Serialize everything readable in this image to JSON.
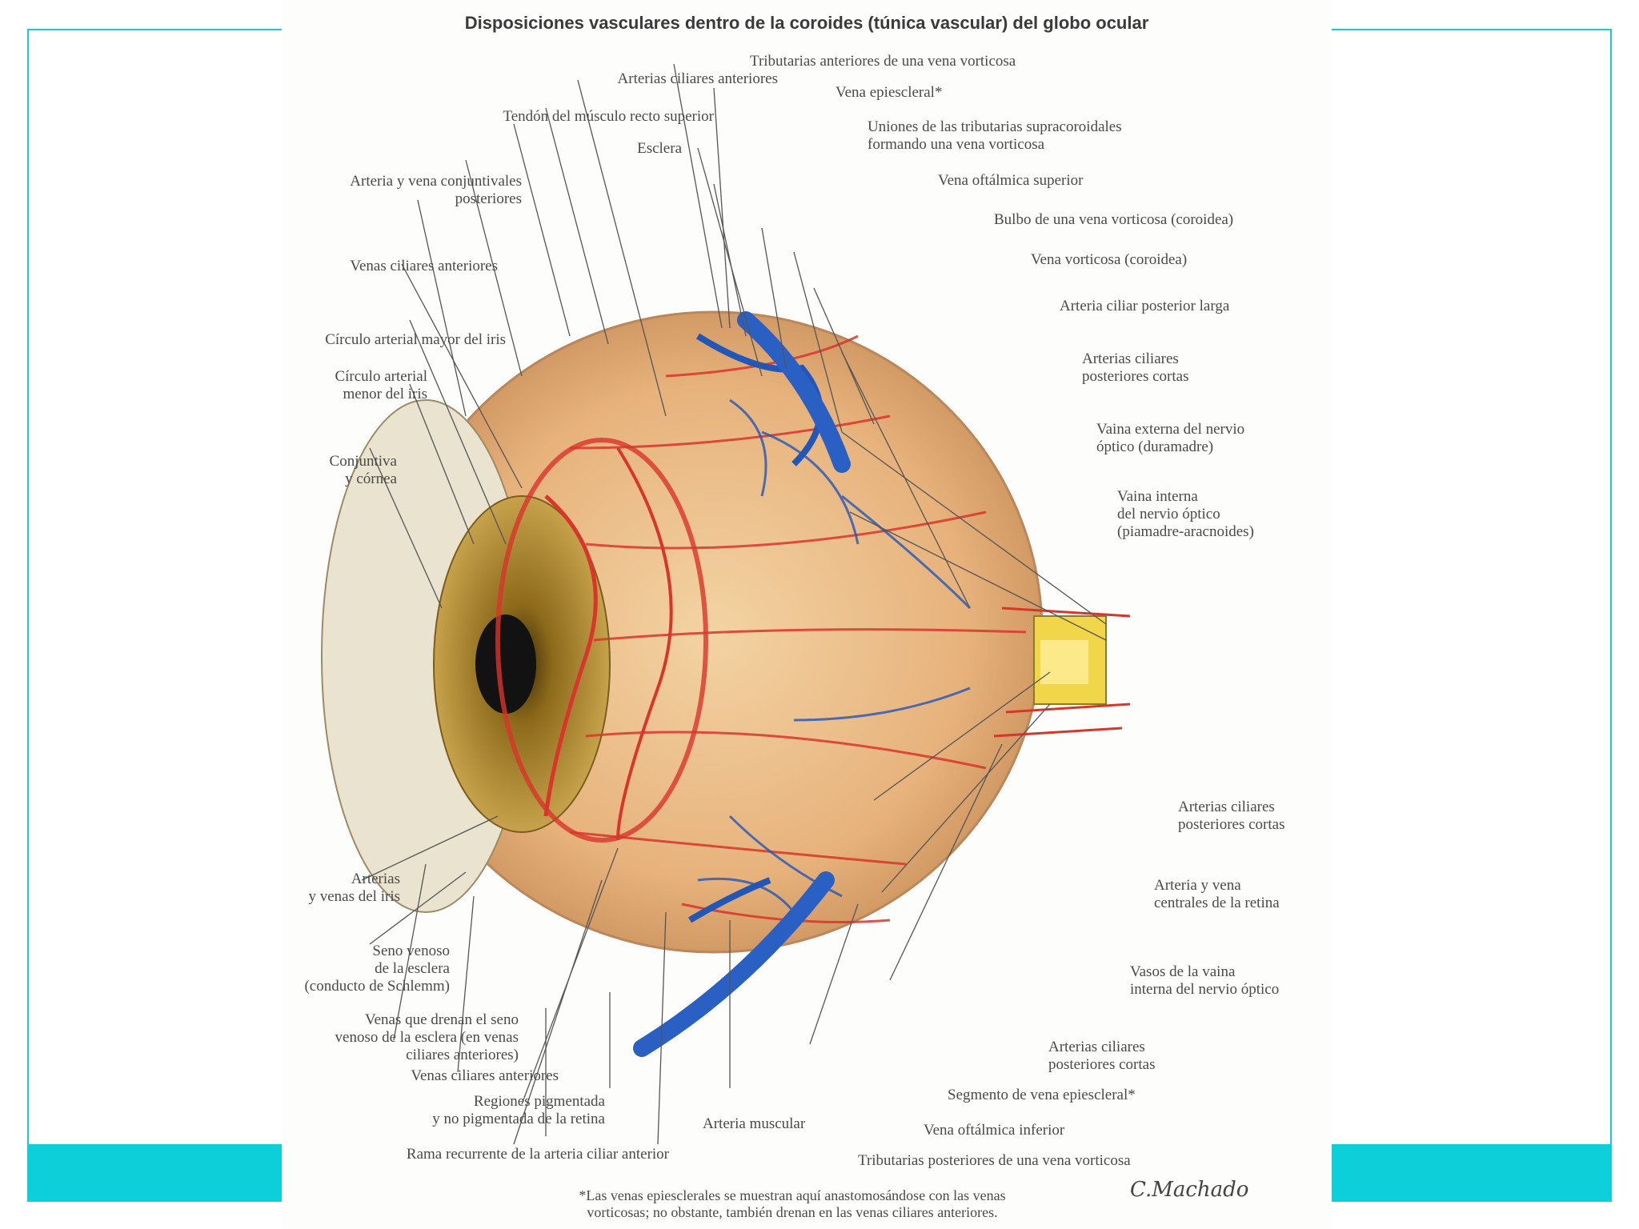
{
  "title": "Disposiciones vasculares dentro de la coroides (túnica vascular) del globo ocular",
  "labels": {
    "tributarias_anteriores": "Tributarias anteriores de una vena vorticosa",
    "arterias_ciliares_anteriores": "Arterias ciliares anteriores",
    "vena_epiescleral": "Vena epiescleral*",
    "tendon_recto_superior": "Tendón del músculo recto superior",
    "uniones_tributarias": "Uniones de las tributarias supracoroidales\nformando una vena vorticosa",
    "esclera": "Esclera",
    "arteria_vena_conjuntivales": "Arteria y vena conjuntivales\nposteriores",
    "vena_oftalmica_superior": "Vena oftálmica superior",
    "bulbo_vena_vorticosa": "Bulbo de una vena vorticosa (coroidea)",
    "venas_ciliares_anteriores_top": "Venas ciliares anteriores",
    "vena_vorticosa": "Vena vorticosa (coroidea)",
    "arteria_ciliar_posterior_larga": "Arteria ciliar posterior larga",
    "circulo_mayor": "Círculo arterial mayor del iris",
    "arterias_ciliares_posteriores_cortas_top": "Arterias ciliares\nposteriores cortas",
    "circulo_menor": "Círculo arterial\nmenor del iris",
    "vaina_externa": "Vaina externa del nervio\nóptico (duramadre)",
    "conjuntiva_cornea": "Conjuntiva\ny córnea",
    "vaina_interna": "Vaina interna\ndel nervio óptico\n(piamadre-aracnoides)",
    "arterias_ciliares_posteriores_cortas_right": "Arterias ciliares\nposteriores cortas",
    "arterias_venas_iris": "Arterias\ny venas del iris",
    "arteria_vena_centrales": "Arteria y vena\ncentrales de la retina",
    "seno_venoso": "Seno venoso\nde la esclera\n(conducto de Schlemm)",
    "vasos_vaina": "Vasos de la vaina\ninterna del nervio óptico",
    "venas_drenan_seno": "Venas que drenan el seno\nvenoso de la esclera (en venas\nciliares anteriores)",
    "arterias_ciliares_posteriores_cortas_bottom": "Arterias ciliares\nposteriores cortas",
    "venas_ciliares_anteriores_bottom": "Venas ciliares anteriores",
    "segmento_vena_epiescleral": "Segmento de vena epiescleral*",
    "regiones_pigmentada": "Regiones pigmentada\ny no pigmentada de la retina",
    "arteria_muscular": "Arteria muscular",
    "vena_oftalmica_inferior": "Vena oftálmica inferior",
    "rama_recurrente": "Rama recurrente de la arteria ciliar anterior",
    "tributarias_posteriores": "Tributarias posteriores de una vena vorticosa"
  },
  "footnote": "*Las venas epiesclerales se muestran aquí anastomosándose con las venas\nvorticosas; no obstante, también drenan en las venas ciliares anteriores.",
  "signature": "C.Machado",
  "colors": {
    "frame": "#19c9d4",
    "artery": "#d8352b",
    "vein": "#2257b8"
  }
}
